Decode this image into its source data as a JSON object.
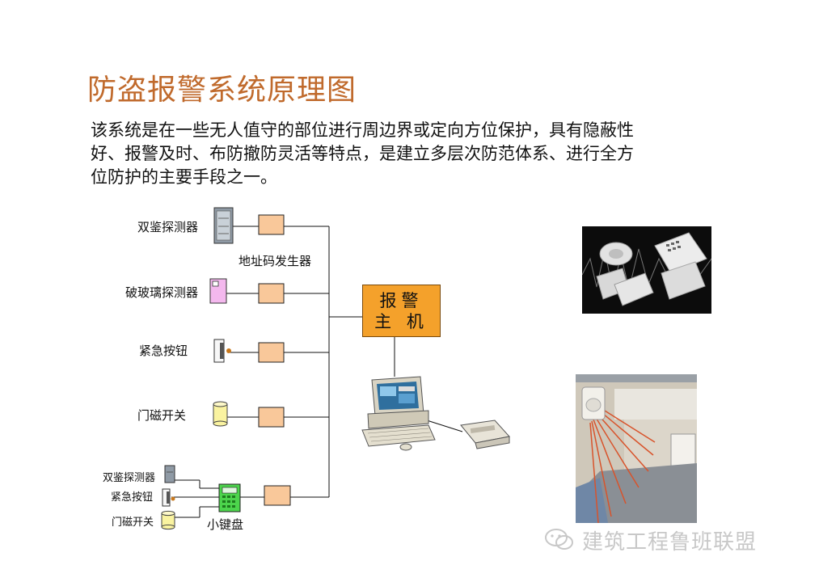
{
  "title": "防盗报警系统原理图",
  "description_lines": [
    "该系统是在一些无人值守的部位进行周边界或定向方位保护，具有隐蔽性",
    "好、报警及时、布防撤防灵活等特点，是建立多层次防范体系、进行全方",
    "位防护的主要手段之一。"
  ],
  "diagram": {
    "address_generator_label": "地址码发生器",
    "host_label_line1": "报警",
    "host_label_line2": "主 机",
    "devices": [
      {
        "label": "双鉴探测器",
        "icon": "dual-detector-icon"
      },
      {
        "label": "破玻璃探测器",
        "icon": "glass-break-detector-icon"
      },
      {
        "label": "紧急按钮",
        "icon": "emergency-button-icon"
      },
      {
        "label": "门磁开关",
        "icon": "door-contact-icon"
      }
    ],
    "keypad_devices": [
      {
        "label": "双鉴探测器",
        "icon": "dual-detector-icon"
      },
      {
        "label": "紧急按钮",
        "icon": "emergency-button-icon"
      },
      {
        "label": "门磁开关",
        "icon": "door-contact-icon"
      }
    ],
    "keypad_label": "小键盘"
  },
  "watermark": "建筑工程鲁班联盟",
  "colors": {
    "title": "#c06a2c",
    "host_fill": "#f4a12b",
    "encoder_fill": "#f9c89a",
    "line": "#111111"
  }
}
